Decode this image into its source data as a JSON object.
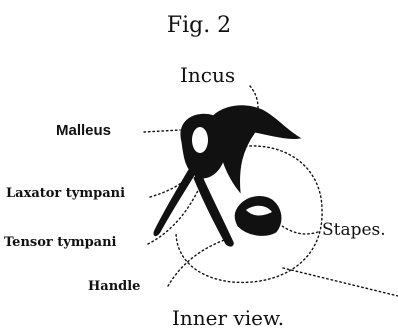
{
  "figure": {
    "number": "Fig. 2",
    "caption": "Inner view."
  },
  "labels": {
    "incus": "Incus",
    "malleus": "Malleus",
    "laxator_tympani": "Laxator tympani",
    "tensor_tympani": "Tensor tympani",
    "handle": "Handle",
    "stapes": "Stapes."
  },
  "colors": {
    "ink": "#111111",
    "paper": "#ffffff"
  }
}
